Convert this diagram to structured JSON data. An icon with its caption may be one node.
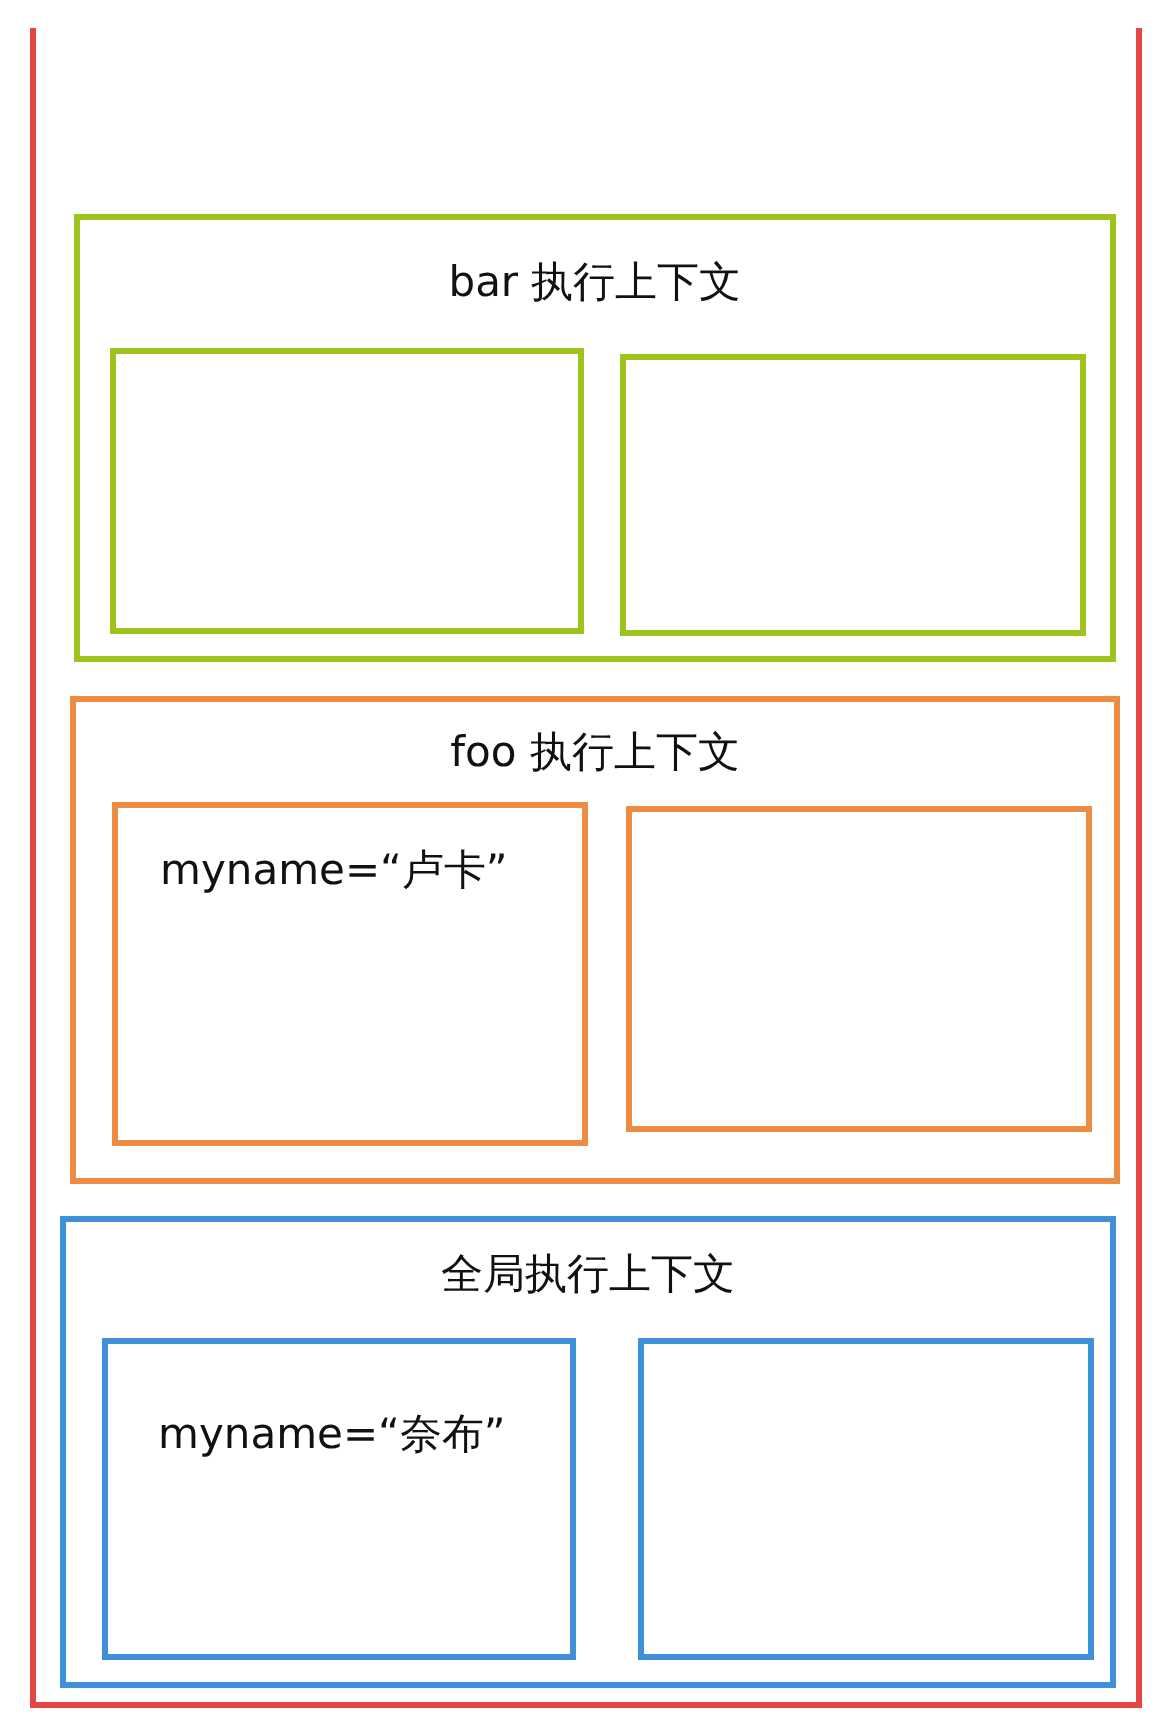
{
  "diagram": {
    "nodes": [
      {
        "text": [],
        "shape": "box"
      },
      {
        "text": [
          "bar 执行上下文"
        ],
        "in": 0
      },
      {
        "text": [],
        "shape": "box",
        "in": 1
      },
      {
        "text": [],
        "shape": "box",
        "in": 1
      },
      {
        "text": [
          "foo 执行上下文"
        ],
        "in": 0
      },
      {
        "text": [
          "myname=“卢卡”"
        ],
        "in": 4
      },
      {
        "text": [],
        "shape": "box",
        "in": 4
      },
      {
        "text": [
          "全局执行上下文"
        ],
        "in": 0
      },
      {
        "text": [
          "myname=“奈布”"
        ],
        "in": 7
      },
      {
        "text": [],
        "shape": "box",
        "in": 7
      }
    ]
  }
}
